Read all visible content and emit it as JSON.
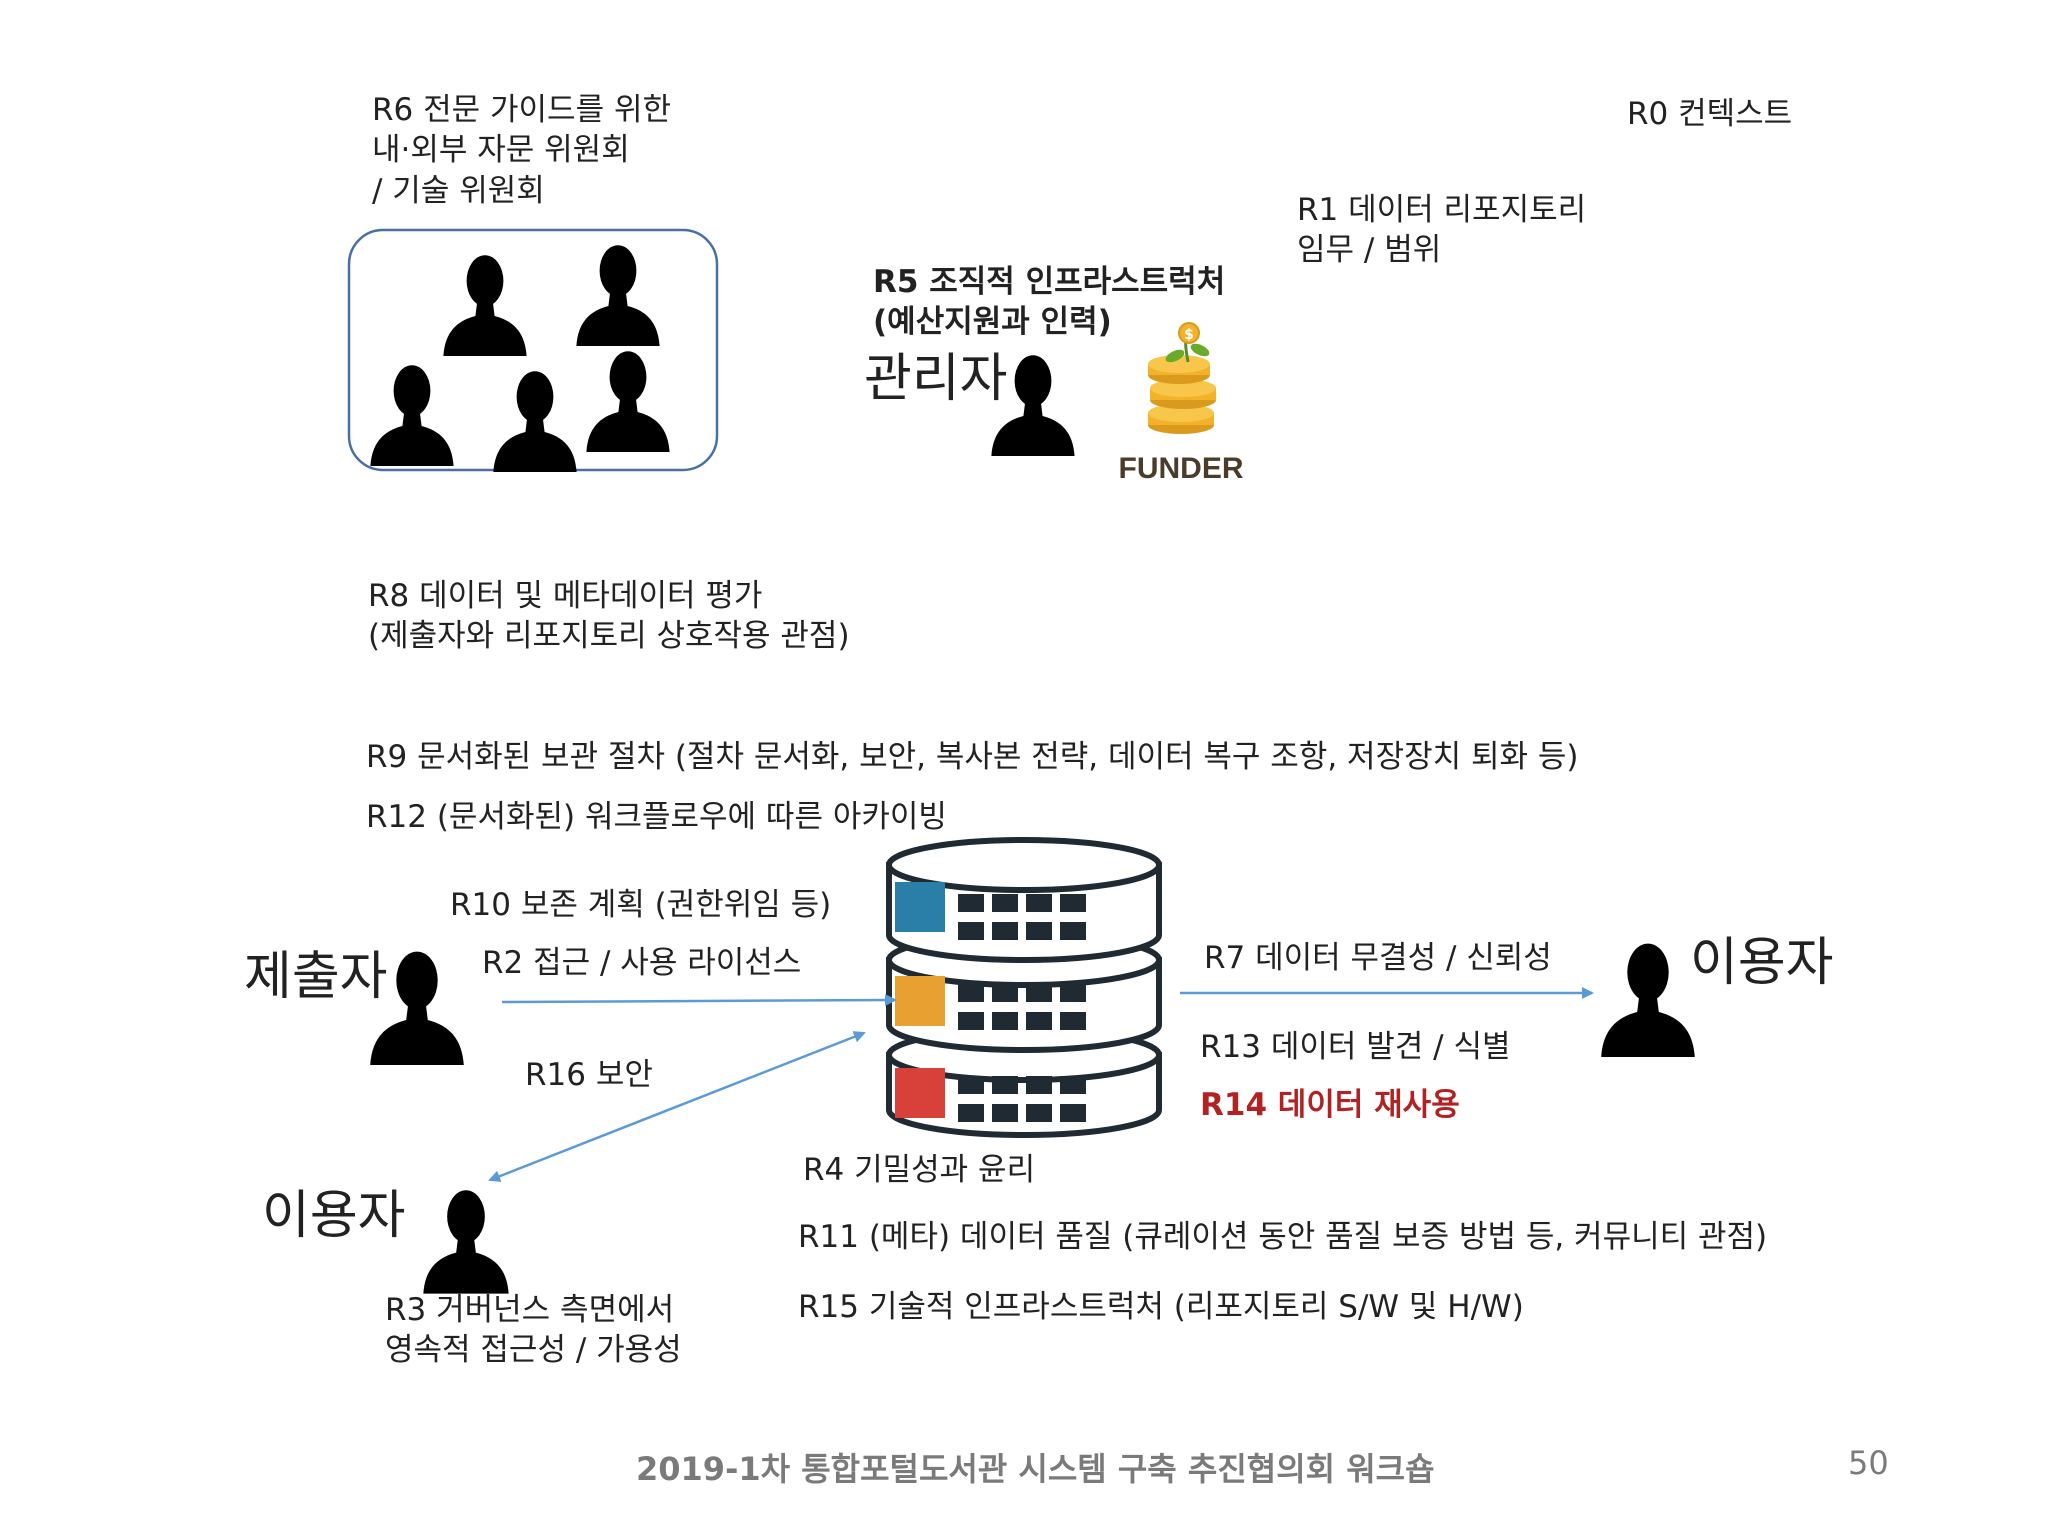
{
  "labels": {
    "r0": "R0 컨텍스트",
    "r1": "R1 데이터 리포지토리\n임무 / 범위",
    "r2": "R2 접근 / 사용 라이선스",
    "r3": "R3 거버넌스 측면에서\n영속적 접근성 / 가용성",
    "r4": "R4 기밀성과 윤리",
    "r5": "R5 조직적 인프라스트럭처\n(예산지원과 인력)",
    "r6": "R6 전문 가이드를 위한\n내·외부 자문 위원회\n/ 기술 위원회",
    "r7": "R7 데이터 무결성 / 신뢰성",
    "r8": "R8 데이터 및 메타데이터 평가\n(제출자와 리포지토리 상호작용 관점)",
    "r9": "R9 문서화된 보관 절차 (절차 문서화, 보안, 복사본 전략, 데이터 복구 조항, 저장장치 퇴화 등)",
    "r10": "R10 보존 계획 (권한위임 등)",
    "r11": "R11 (메타) 데이터 품질 (큐레이션 동안 품질 보증 방법 등, 커뮤니티 관점)",
    "r12": "R12 (문서화된) 워크플로우에 따른 아카이빙",
    "r13": "R13 데이터 발견 / 식별",
    "r14": "R14 데이터 재사용",
    "r15": "R15 기술적 인프라스트럭처 (리포지토리 S/W 및 H/W)",
    "r16": "R16 보안"
  },
  "actors": {
    "manager": "관리자",
    "submitter": "제출자",
    "user_right": "이용자",
    "user_left": "이용자"
  },
  "funder": {
    "label": "FUNDER",
    "coin_symbol": "$"
  },
  "footer": {
    "title": "2019-1차 통합포털도서관 시스템 구축 추진협의회 워크숍",
    "page": "50"
  },
  "colors": {
    "arrow": "#5b9bd5",
    "committee_border": "#4a6fa5",
    "server_blue": "#2a7fa8",
    "server_orange": "#e8a030",
    "server_red": "#d8413a",
    "server_dark": "#1f2a33",
    "emphasis_red": "#b22222",
    "funder_text": "#4a3b2a",
    "coin": "#f2b32a"
  },
  "icons": {
    "person": "person-silhouette-icon",
    "server": "database-server-icon",
    "funder": "money-plant-icon"
  }
}
